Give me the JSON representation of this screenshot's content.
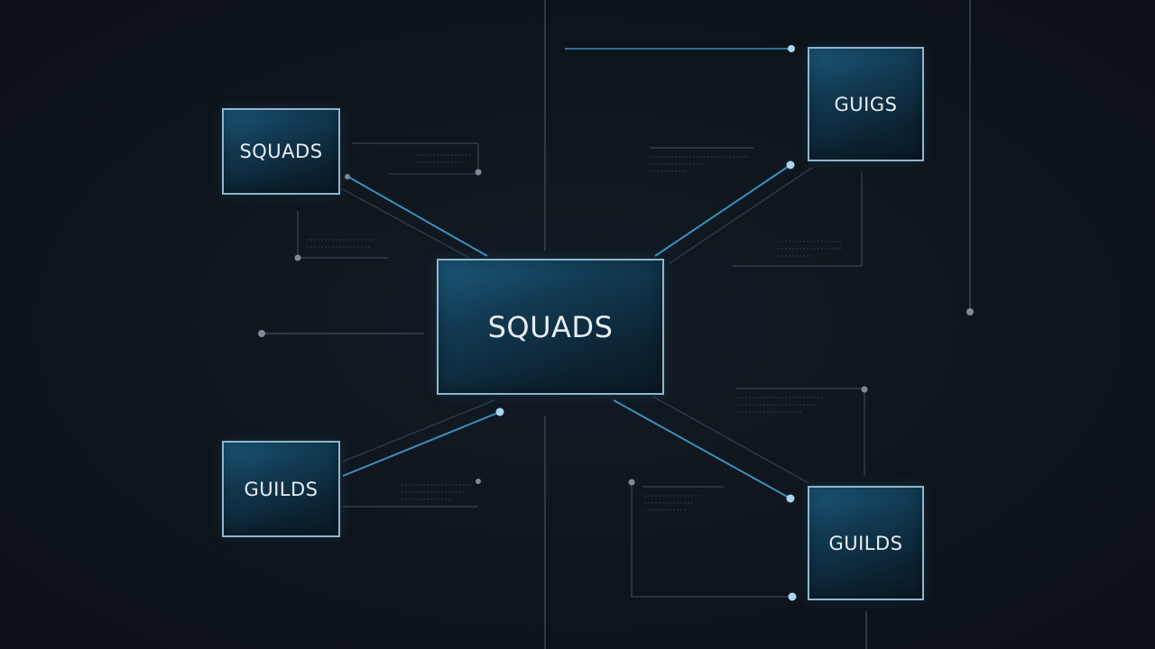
{
  "diagram": {
    "center_node": {
      "label": "SQUADS"
    },
    "top_left_node": {
      "label": "SQUADS"
    },
    "top_right_node": {
      "label": "GUIGS"
    },
    "bottom_left_node": {
      "label": "GUILDS"
    },
    "bottom_right_node": {
      "label": "GUILDS"
    }
  },
  "colors": {
    "background": "#0e141b",
    "node_border": "#8fb6cc",
    "accent_line": "#3c8fbf",
    "dim_line": "#3b4650",
    "dot": "#7f8c96",
    "accent_dot": "#a9d6ef"
  }
}
